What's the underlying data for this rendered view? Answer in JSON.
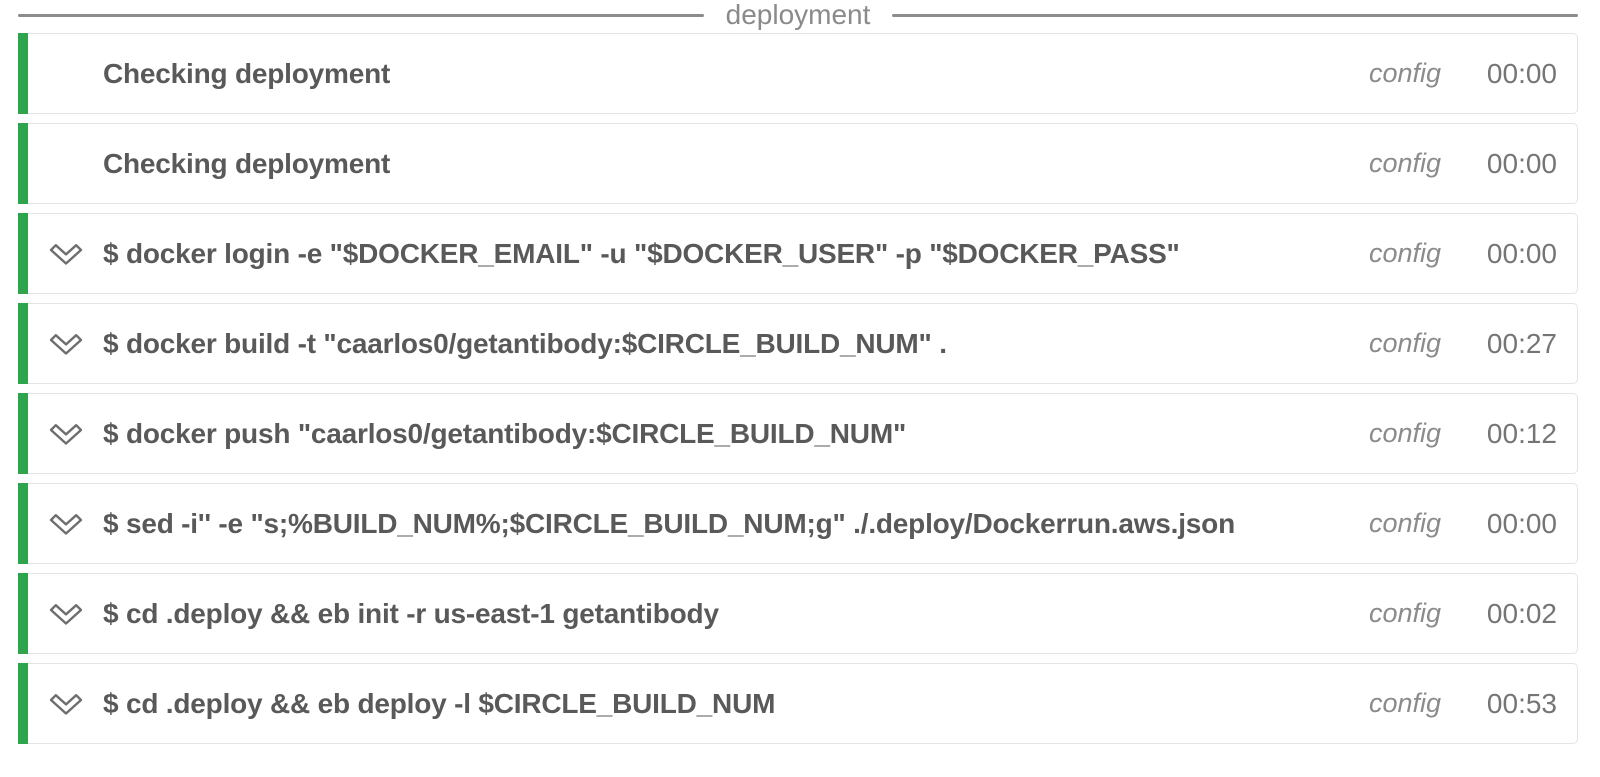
{
  "header": {
    "title": "deployment"
  },
  "colors": {
    "success_green": "#2ea44d",
    "card_border": "#e4e4e4",
    "command_text": "#595959",
    "muted_text": "#8b8b8b",
    "header_rule": "#8c8c8c"
  },
  "steps": [
    {
      "label": "Checking deployment",
      "has_chevron": false,
      "source": "config",
      "time": "00:00"
    },
    {
      "label": "Checking deployment",
      "has_chevron": false,
      "source": "config",
      "time": "00:00"
    },
    {
      "label": "$ docker login -e \"$DOCKER_EMAIL\" -u \"$DOCKER_USER\" -p \"$DOCKER_PASS\"",
      "has_chevron": true,
      "source": "config",
      "time": "00:00"
    },
    {
      "label": "$ docker build -t \"caarlos0/getantibody:$CIRCLE_BUILD_NUM\" .",
      "has_chevron": true,
      "source": "config",
      "time": "00:27"
    },
    {
      "label": "$ docker push \"caarlos0/getantibody:$CIRCLE_BUILD_NUM\"",
      "has_chevron": true,
      "source": "config",
      "time": "00:12"
    },
    {
      "label": "$ sed -i'' -e \"s;%BUILD_NUM%;$CIRCLE_BUILD_NUM;g\" ./.deploy/Dockerrun.aws.json",
      "has_chevron": true,
      "source": "config",
      "time": "00:00"
    },
    {
      "label": "$ cd .deploy && eb init -r us-east-1 getantibody",
      "has_chevron": true,
      "source": "config",
      "time": "00:02"
    },
    {
      "label": "$ cd .deploy && eb deploy -l $CIRCLE_BUILD_NUM",
      "has_chevron": true,
      "source": "config",
      "time": "00:53"
    }
  ]
}
